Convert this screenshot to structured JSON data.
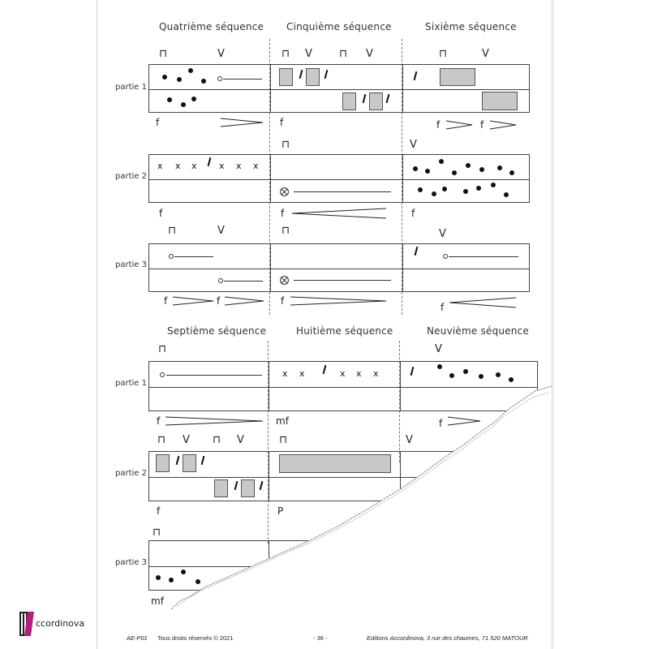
{
  "headers_top": [
    "Quatrième séquence",
    "Cinquième séquence",
    "Sixième séquence"
  ],
  "headers_bottom": [
    "Septième séquence",
    "Huitième séquence",
    "Neuvième séquence"
  ],
  "part_labels": [
    "partie 1",
    "partie 2",
    "partie 3"
  ],
  "bow_symbols": {
    "down": "⊓",
    "up": "V"
  },
  "x_mark": "x",
  "slash_mark": "/",
  "dynamics": {
    "f": "f",
    "mf": "mf",
    "p": "P"
  },
  "footer": {
    "code": "AE-P01",
    "rights": "Tous droits réservés © 2021",
    "page": "- 36 -",
    "publisher": "Editions Accordinova, 3 rue des chaumes, 71 520 MATOUR"
  },
  "logo_text": "ccordinova",
  "colors": {
    "rect_fill": "#c8c8c8",
    "ink": "#222222",
    "paper": "#ffffff"
  }
}
